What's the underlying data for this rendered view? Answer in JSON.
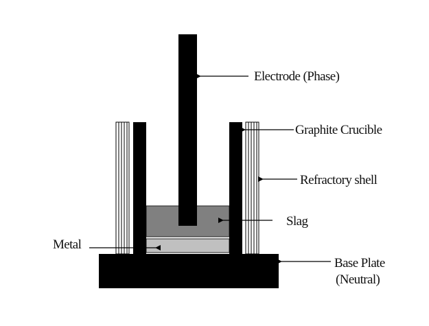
{
  "diagram": {
    "labels": {
      "electrode": "Electrode (Phase)",
      "crucible": "Graphite Crucible",
      "refractory": "Refractory shell",
      "slag": "Slag",
      "metal": "Metal",
      "base_line1": "Base Plate",
      "base_line2": "(Neutral)"
    },
    "colors": {
      "solid": "#000000",
      "slag": "#808080",
      "metal": "#c0c0c0"
    }
  }
}
